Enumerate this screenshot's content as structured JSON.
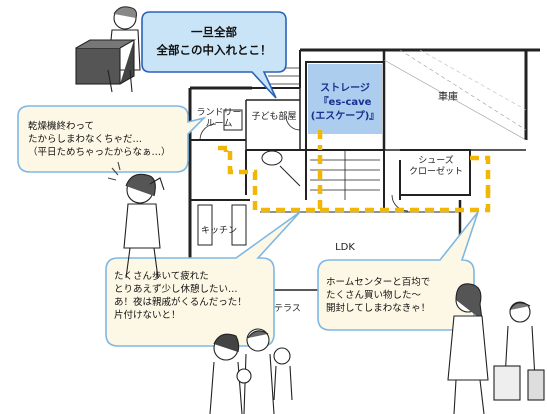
{
  "callout": {
    "line1": "一旦全部",
    "line2": "全部この中入れとこ！"
  },
  "storage": {
    "line1": "ストレージ",
    "line2": "『es-cave",
    "line3": "(エスケープ)』"
  },
  "rooms": {
    "laundry": "ランドリー\nルーム",
    "kids": "子ども部屋",
    "garage": "車庫",
    "shoes": "シューズ\nクローゼット",
    "kitchen": "キッチン",
    "ldk": "LDK",
    "terrace": "テラス"
  },
  "bubbles": {
    "laundry": "乾燥機終わって\nたからしまわなくちゃだ…\n（平日ためちゃったからなぁ…）",
    "tired": "たくさん歩いて疲れた\nとりあえず少し休憩したい…\nあ！夜は親戚がくるんだった！\n片付けないと！",
    "shopping": "ホームセンターと百均で\nたくさん買い物した～\n開封してしまわなきゃ！"
  },
  "colors": {
    "route": "#f2b705",
    "callout_fill": "#c9e4f7",
    "callout_stroke": "#2a62b8",
    "storage_fill": "#9fc4ec",
    "bubble_fill": "#fdf8e6",
    "bubble_stroke": "#7fb7e3"
  }
}
